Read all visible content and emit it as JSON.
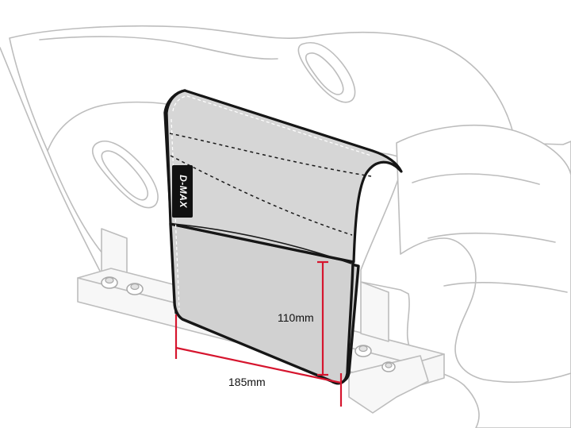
{
  "pouch": {
    "logo": "D-MAX",
    "body_color": "#d1d1d1",
    "edge_color": "#161616"
  },
  "dimensions": {
    "width_label": "185mm",
    "height_label": "110mm",
    "line_color": "#d6152e"
  }
}
